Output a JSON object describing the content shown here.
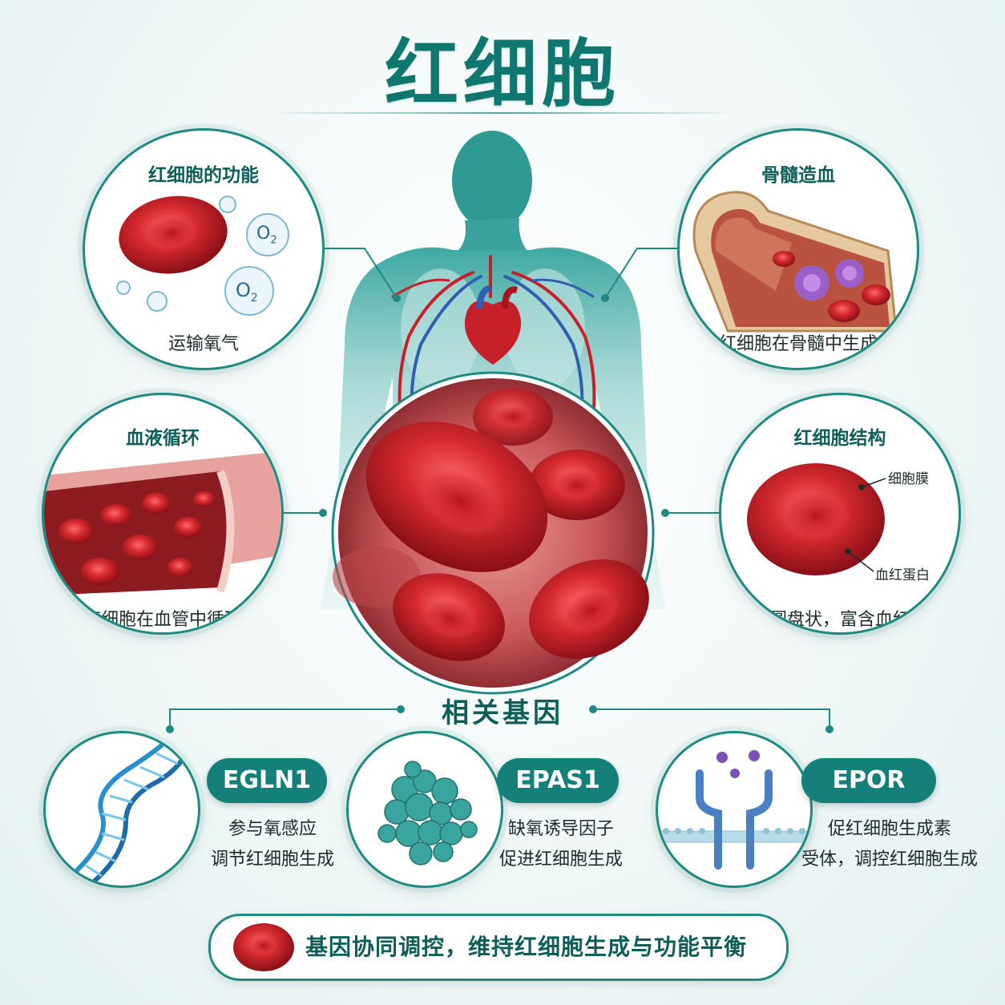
{
  "title": "红细胞",
  "panels": {
    "function": {
      "heading": "红细胞的功能",
      "caption": "运输氧气",
      "o2_label": "O",
      "o2_sub": "2"
    },
    "marrow": {
      "heading": "骨髓造血",
      "caption": "红细胞在骨髓中生成"
    },
    "circulation": {
      "heading": "血液循环",
      "caption": "红细胞在血管中循环"
    },
    "structure": {
      "heading": "红细胞结构",
      "caption": "双凹圆盘状，富含血红蛋白",
      "label_membrane": "细胞膜",
      "label_hemoglobin": "血红蛋白"
    }
  },
  "genes_section": {
    "title": "相关基因"
  },
  "genes": [
    {
      "name": "EGLN1",
      "line1": "参与氧感应",
      "line2": "调节红细胞生成"
    },
    {
      "name": "EPAS1",
      "line1": "缺氧诱导因子",
      "line2": "促进红细胞生成"
    },
    {
      "name": "EPOR",
      "line1": "促红细胞生成素",
      "line2": "受体，调控红细胞生成"
    }
  ],
  "banner": {
    "text": "基因协同调控，维持红细胞生成与功能平衡"
  },
  "colors": {
    "accent": "#15807a",
    "rbc": "#c8202a",
    "vein": "#2f5fb0"
  },
  "icons": [
    "red-blood-cell-icon",
    "oxygen-bubble-icon",
    "bone-icon",
    "blood-vessel-icon",
    "human-silhouette-icon",
    "heart-icon",
    "dna-icon",
    "protein-icon",
    "receptor-icon"
  ]
}
